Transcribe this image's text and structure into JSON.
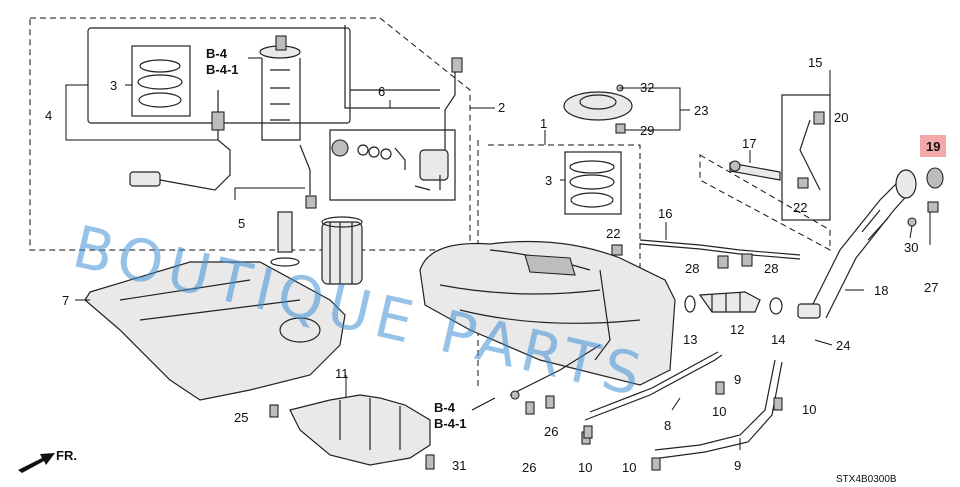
{
  "callouts": {
    "c1": "1",
    "c2": "2",
    "c3a": "3",
    "c3b": "3",
    "c4": "4",
    "c5": "5",
    "c6": "6",
    "c7": "7",
    "c8": "8",
    "c9": "9",
    "c10a": "10",
    "c10b": "10",
    "c10c": "10",
    "c10d": "10",
    "c11": "11",
    "c12": "12",
    "c13": "13",
    "c14": "14",
    "c15": "15",
    "c16": "16",
    "c17": "17",
    "c18": "18",
    "c19": "19",
    "c20": "20",
    "c22a": "22",
    "c22b": "22",
    "c23": "23",
    "c24": "24",
    "c25": "25",
    "c26a": "26",
    "c26b": "26",
    "c27": "27",
    "c28a": "28",
    "c28b": "28",
    "c29": "29",
    "c30": "30",
    "c31": "31",
    "c32": "32"
  },
  "refs": {
    "b4_top": "B-4",
    "b41_top": "B-4-1",
    "b4_bottom": "B-4",
    "b41_bottom": "B-4-1"
  },
  "direction_label": "FR.",
  "diagram_code": "STX4B0300B",
  "watermark": "BOUTIQUE PARTS",
  "highlight_part": "19",
  "colors": {
    "highlight": "#f4a9a9",
    "watermark": "#3f8fd6"
  }
}
